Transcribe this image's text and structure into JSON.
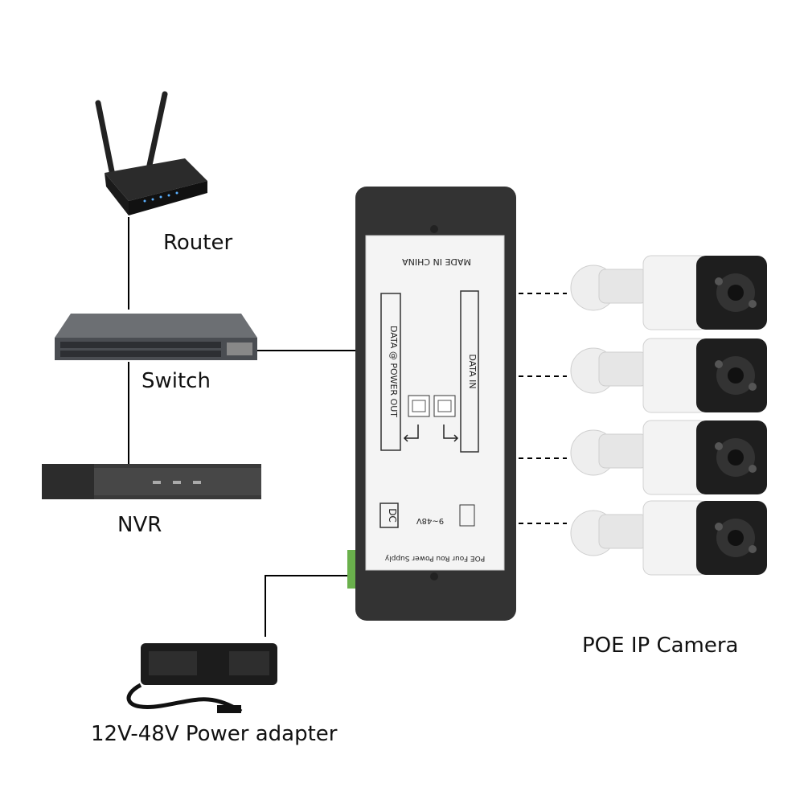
{
  "devices": {
    "router": {
      "label": "Router"
    },
    "switch": {
      "label": "Switch"
    },
    "nvr": {
      "label": "NVR"
    },
    "camera": {
      "label": "POE IP Camera"
    },
    "adapter": {
      "label": "12V-48V Power adapter"
    }
  },
  "injector": {
    "made_in": "MADE IN CHINA",
    "left_port": "DATA @ POWER OUT",
    "right_port": "DATA IN",
    "dc": "DC",
    "voltage": "9~48V",
    "product": "POE Four Rou Power Supply"
  },
  "colors": {
    "device_dark": "#2a2a2a",
    "injector_body": "#333333",
    "connector": "#6ab04c"
  }
}
